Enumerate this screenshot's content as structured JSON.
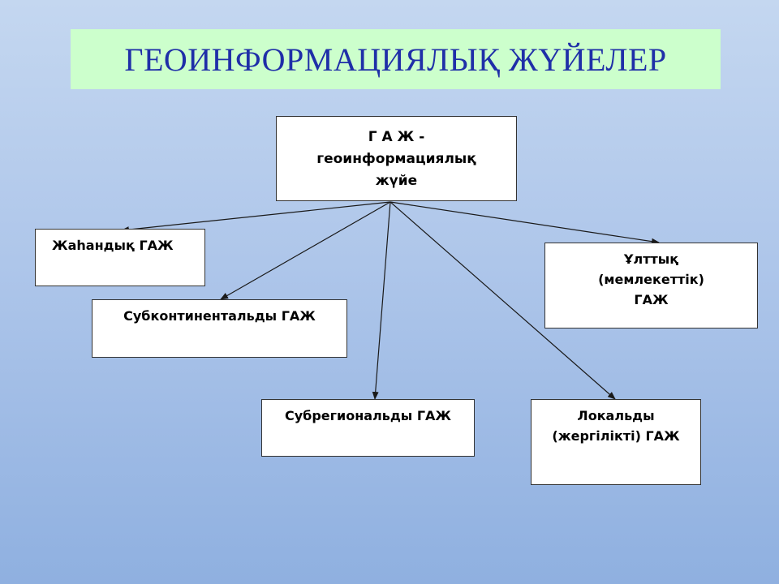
{
  "title": "ГЕОИНФОРМАЦИЯЛЫҚ ЖҮЙЕЛЕР",
  "root": {
    "line1": "Г А Ж  -",
    "line2": "геоинформациялық",
    "line3": "жүйе"
  },
  "nodes": {
    "global": {
      "line1": "Жаһандық ГАЖ"
    },
    "subcontinental": {
      "line1": "Субконтинентальды ГАЖ"
    },
    "subregional": {
      "line1": "Субрегиональды ГАЖ"
    },
    "local": {
      "line1": "Локальды",
      "line2": "(жергілікті) ГАЖ"
    },
    "national": {
      "line1": "Ұлттық",
      "line2": "(мемлекеттік)",
      "line3": "ГАЖ"
    }
  },
  "colors": {
    "title_text": "#1f2fa8",
    "title_bg": "#ccffcc",
    "edge": "#1a1a1a"
  }
}
